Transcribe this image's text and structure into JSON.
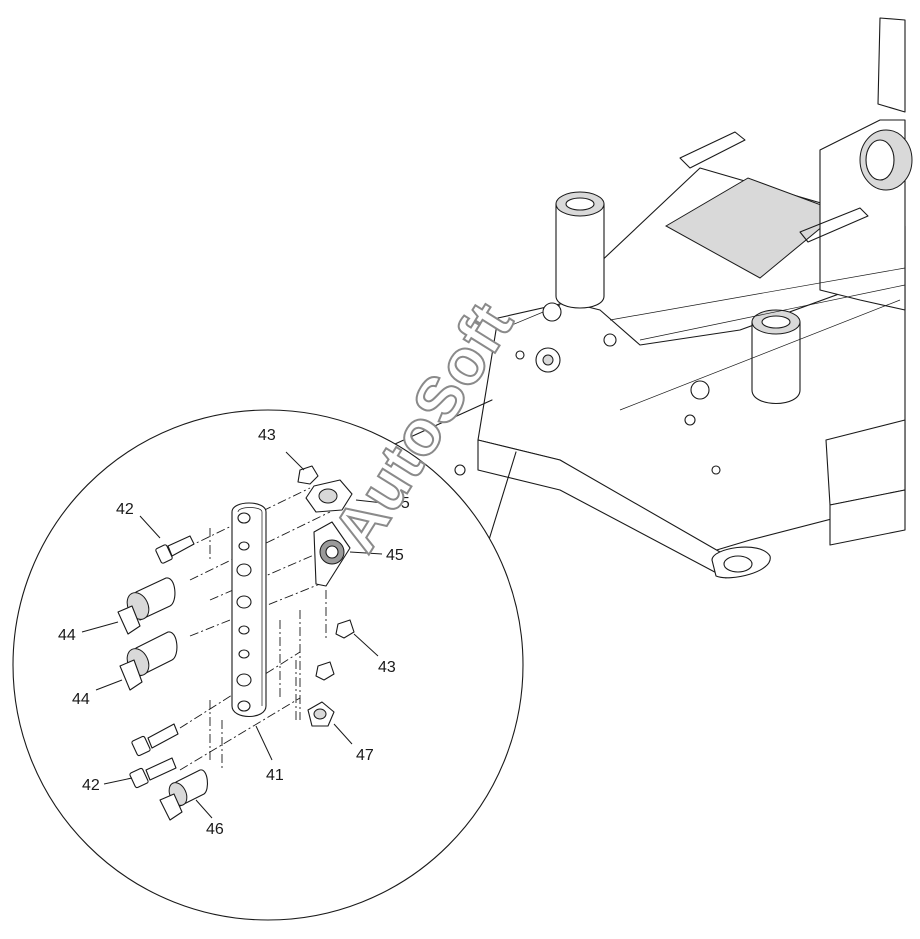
{
  "watermark": "AutoSoft",
  "callouts": [
    {
      "id": "43a",
      "text": "43"
    },
    {
      "id": "42a",
      "text": "42"
    },
    {
      "id": "45a",
      "text": "45"
    },
    {
      "id": "45b",
      "text": "45"
    },
    {
      "id": "44a",
      "text": "44"
    },
    {
      "id": "44b",
      "text": "44"
    },
    {
      "id": "43b",
      "text": "43"
    },
    {
      "id": "47",
      "text": "47"
    },
    {
      "id": "42b",
      "text": "42"
    },
    {
      "id": "41",
      "text": "41"
    },
    {
      "id": "46",
      "text": "46"
    }
  ]
}
